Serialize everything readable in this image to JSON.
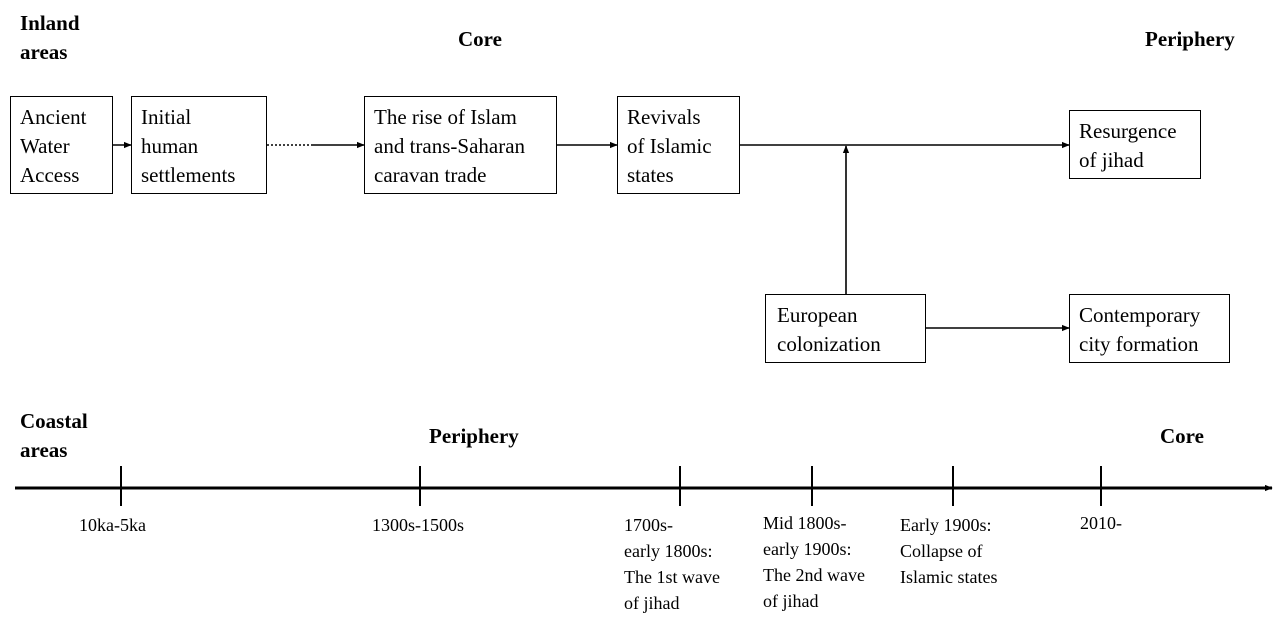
{
  "region_labels": {
    "inland": "Inland\nareas",
    "coastal": "Coastal\nareas"
  },
  "phase_labels": {
    "inland_core": "Core",
    "inland_periphery": "Periphery",
    "coastal_periphery": "Periphery",
    "coastal_core": "Core"
  },
  "nodes": {
    "ancient_water_access": "Ancient\nWater\nAccess",
    "initial_settlements": "Initial\nhuman\nsettlements",
    "rise_of_islam": "The rise of Islam\nand trans-Saharan\ncaravan trade",
    "revivals": "Revivals\nof Islamic\nstates",
    "resurgence": "Resurgence\nof jihad",
    "colonization": "European\ncolonization",
    "city_formation": "Contemporary\ncity formation"
  },
  "timeline": {
    "ticks": [
      "10ka-5ka",
      "1300s-1500s",
      "1700s-\nearly 1800s:\nThe 1st wave\nof jihad",
      "Mid 1800s-\nearly 1900s:\nThe 2nd wave\nof jihad",
      "Early 1900s:\nCollapse of\nIslamic states",
      "2010-"
    ]
  },
  "colors": {
    "ink": "#000000",
    "background": "#ffffff"
  }
}
